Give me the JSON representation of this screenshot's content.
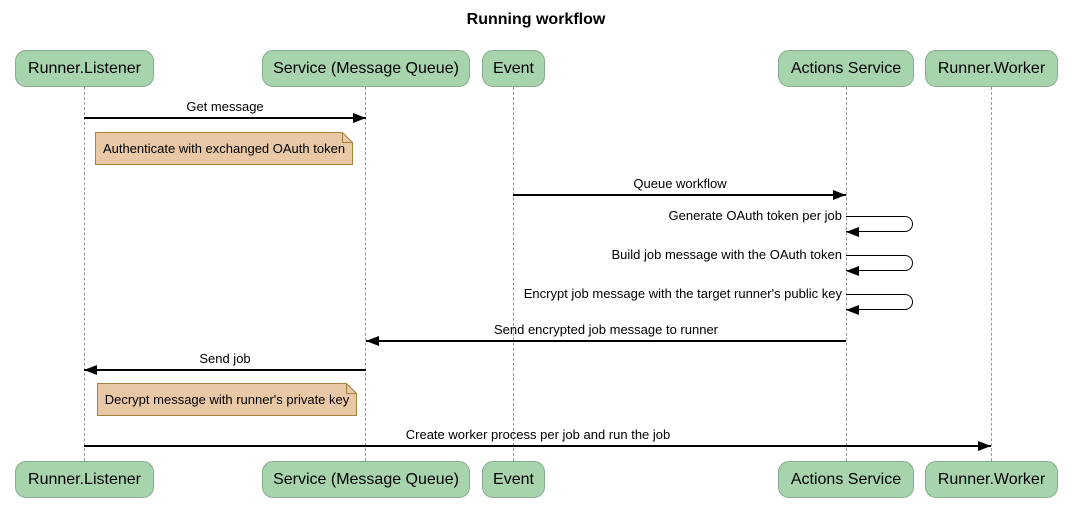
{
  "title": "Running workflow",
  "diagram_type": "sequence-diagram",
  "colors": {
    "actor_fill": "#a7d3ad",
    "actor_border": "#85ac8c",
    "note_fill": "#e9c8a5",
    "note_border": "#a5813e",
    "lifeline": "#999999",
    "arrow": "#000000",
    "background": "#ffffff",
    "text": "#000000"
  },
  "actors": [
    {
      "label": "Runner.Listener"
    },
    {
      "label": "Service (Message Queue)"
    },
    {
      "label": "Event"
    },
    {
      "label": "Actions Service"
    },
    {
      "label": "Runner.Worker"
    }
  ],
  "messages": [
    {
      "from": "Runner.Listener",
      "to": "Service (Message Queue)",
      "label": "Get message",
      "direction": "right"
    },
    {
      "from": "Event",
      "to": "Actions Service",
      "label": "Queue workflow",
      "direction": "right"
    },
    {
      "from": "Actions Service",
      "to": "Actions Service",
      "label": "Generate OAuth token per job",
      "direction": "self"
    },
    {
      "from": "Actions Service",
      "to": "Actions Service",
      "label": "Build job message with the OAuth token",
      "direction": "self"
    },
    {
      "from": "Actions Service",
      "to": "Actions Service",
      "label": "Encrypt job message with the target runner's public key",
      "direction": "self"
    },
    {
      "from": "Actions Service",
      "to": "Service (Message Queue)",
      "label": "Send encrypted job message to runner",
      "direction": "left"
    },
    {
      "from": "Service (Message Queue)",
      "to": "Runner.Listener",
      "label": "Send job",
      "direction": "left"
    },
    {
      "from": "Runner.Listener",
      "to": "Runner.Worker",
      "label": "Create worker process per job and run the job",
      "direction": "right"
    }
  ],
  "notes": [
    {
      "label": "Authenticate with exchanged OAuth token",
      "position": "right of Runner.Listener"
    },
    {
      "label": "Decrypt message with runner's private key",
      "position": "right of Runner.Listener"
    }
  ]
}
